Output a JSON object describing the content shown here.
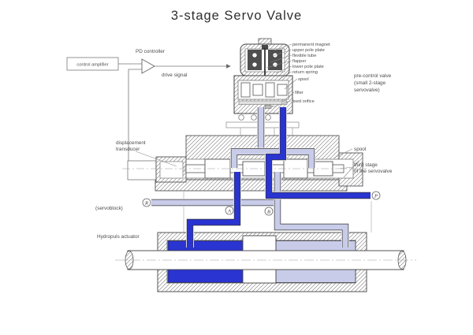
{
  "title": "3-stage Servo Valve",
  "colors": {
    "pressure": "#2a34d0",
    "ret": "#c9cce9"
  },
  "control": {
    "amplifier": "control amplifier",
    "controller": "PD controller",
    "drive": "drive signal"
  },
  "pre": {
    "parts": [
      "permanent magnet",
      "upper pole plate",
      "flexible tube",
      "flapper",
      "lower pole plate",
      "return spring",
      "spool",
      "filter",
      "fixed orifice"
    ],
    "note": [
      "pre-control valve",
      "(small 2-stage",
      "servovalve)"
    ]
  },
  "main": {
    "transducer": [
      "displacement",
      "transducer"
    ],
    "spool": "spool",
    "third": [
      "third stage",
      "of the servovalve"
    ],
    "servoblock": "(servoblock)",
    "actuator": "Hydropuls actuator"
  },
  "ports": {
    "r": "R",
    "a": "A",
    "b": "B",
    "p": "P"
  }
}
